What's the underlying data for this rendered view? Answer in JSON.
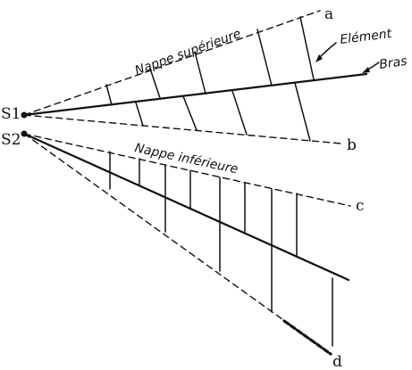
{
  "labels": {
    "s1": "S1",
    "s2": "S2",
    "a": "a",
    "b": "b",
    "c": "c",
    "d": "d",
    "nappe_superieure": "Nappe supérieure",
    "nappe_inferieure": "Nappe inférieure",
    "element": "Elément",
    "bras": "Bras"
  }
}
